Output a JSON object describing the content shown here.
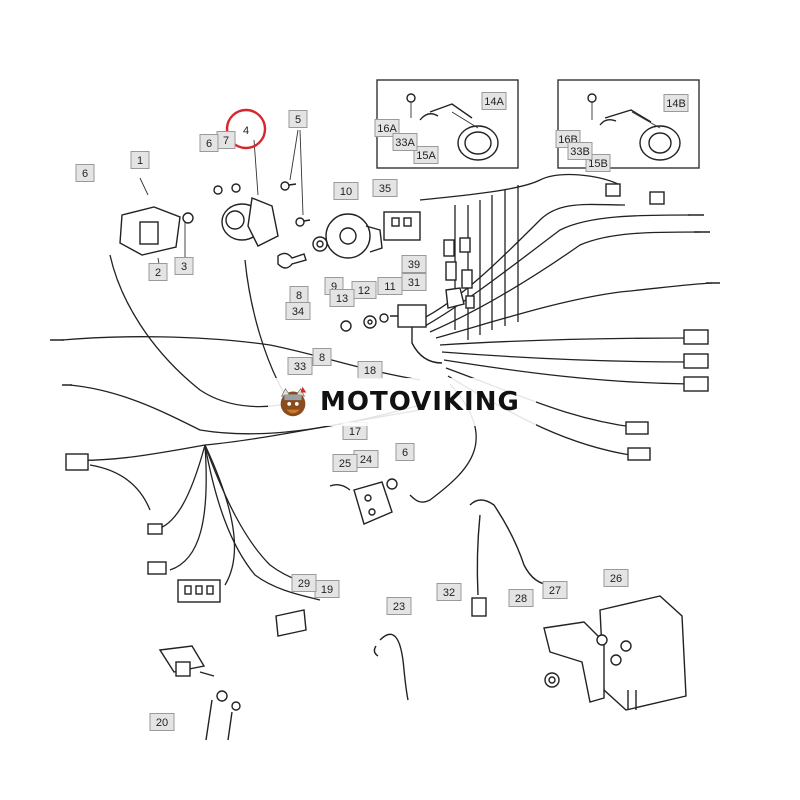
{
  "watermark": {
    "text": "MOTOVIKING"
  },
  "highlight_color": "#d9262c",
  "labels": [
    "1",
    "2",
    "3",
    "4",
    "5",
    "6",
    "7",
    "8",
    "9",
    "10",
    "11",
    "12",
    "13",
    "14A",
    "14B",
    "15A",
    "15B",
    "16A",
    "16B",
    "17",
    "18",
    "19",
    "20",
    "23",
    "24",
    "25",
    "26",
    "27",
    "28",
    "29",
    "31",
    "32",
    "33",
    "33A",
    "33B",
    "34",
    "35",
    "39"
  ],
  "highlighted_label": "4"
}
